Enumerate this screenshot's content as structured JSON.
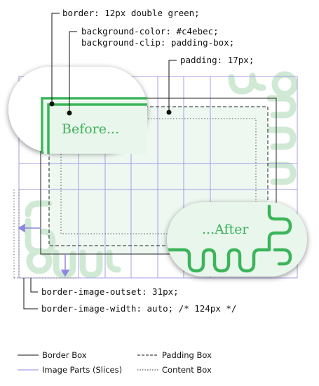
{
  "annotations": {
    "border": "border: 12px double green;",
    "background_color": "background-color: #c4ebec;",
    "background_clip": "background-clip: padding-box;",
    "padding": "padding: 17px;",
    "outset": "border-image-outset: 31px;",
    "image_width": "border-image-width: auto; /* 124px */"
  },
  "callouts": {
    "before": "Before...",
    "after": "...After"
  },
  "legend": {
    "border_box": "Border Box",
    "padding_box": "Padding Box",
    "image_parts": "Image Parts (Slices)",
    "content_box": "Content Box"
  },
  "colors": {
    "green": "#3cb55a",
    "green_faint": "#cfe9d4",
    "fill": "#e8f6ec",
    "slice": "#8f86e0",
    "arrow": "#8f86e0"
  }
}
